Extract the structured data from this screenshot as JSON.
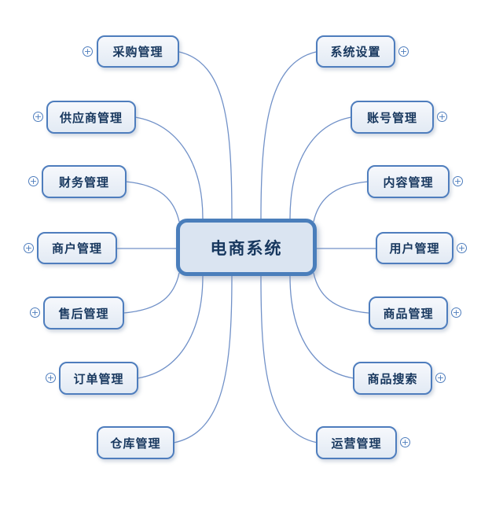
{
  "diagram": {
    "type": "mindmap",
    "center": {
      "label": "电商系统"
    },
    "left_nodes": [
      {
        "label": "采购管理",
        "expandable": true
      },
      {
        "label": "供应商管理",
        "expandable": true
      },
      {
        "label": "财务管理",
        "expandable": true
      },
      {
        "label": "商户管理",
        "expandable": true
      },
      {
        "label": "售后管理",
        "expandable": true
      },
      {
        "label": "订单管理",
        "expandable": true
      },
      {
        "label": "仓库管理",
        "expandable": false
      }
    ],
    "right_nodes": [
      {
        "label": "系统设置",
        "expandable": true
      },
      {
        "label": "账号管理",
        "expandable": true
      },
      {
        "label": "内容管理",
        "expandable": true
      },
      {
        "label": "用户管理",
        "expandable": true
      },
      {
        "label": "商品管理",
        "expandable": true
      },
      {
        "label": "商品搜索",
        "expandable": true
      },
      {
        "label": "运营管理",
        "expandable": true
      }
    ]
  },
  "icons": {
    "expand_glyph": "+"
  },
  "colors": {
    "node_border": "#4e7dbd",
    "center_border": "#4a7ebb",
    "node_fill_top": "#f6f8fc",
    "node_fill_bottom": "#e2eaf4",
    "center_fill": "#dae4f1",
    "text": "#17375e",
    "line": "#7191c8",
    "background": "#ffffff"
  }
}
